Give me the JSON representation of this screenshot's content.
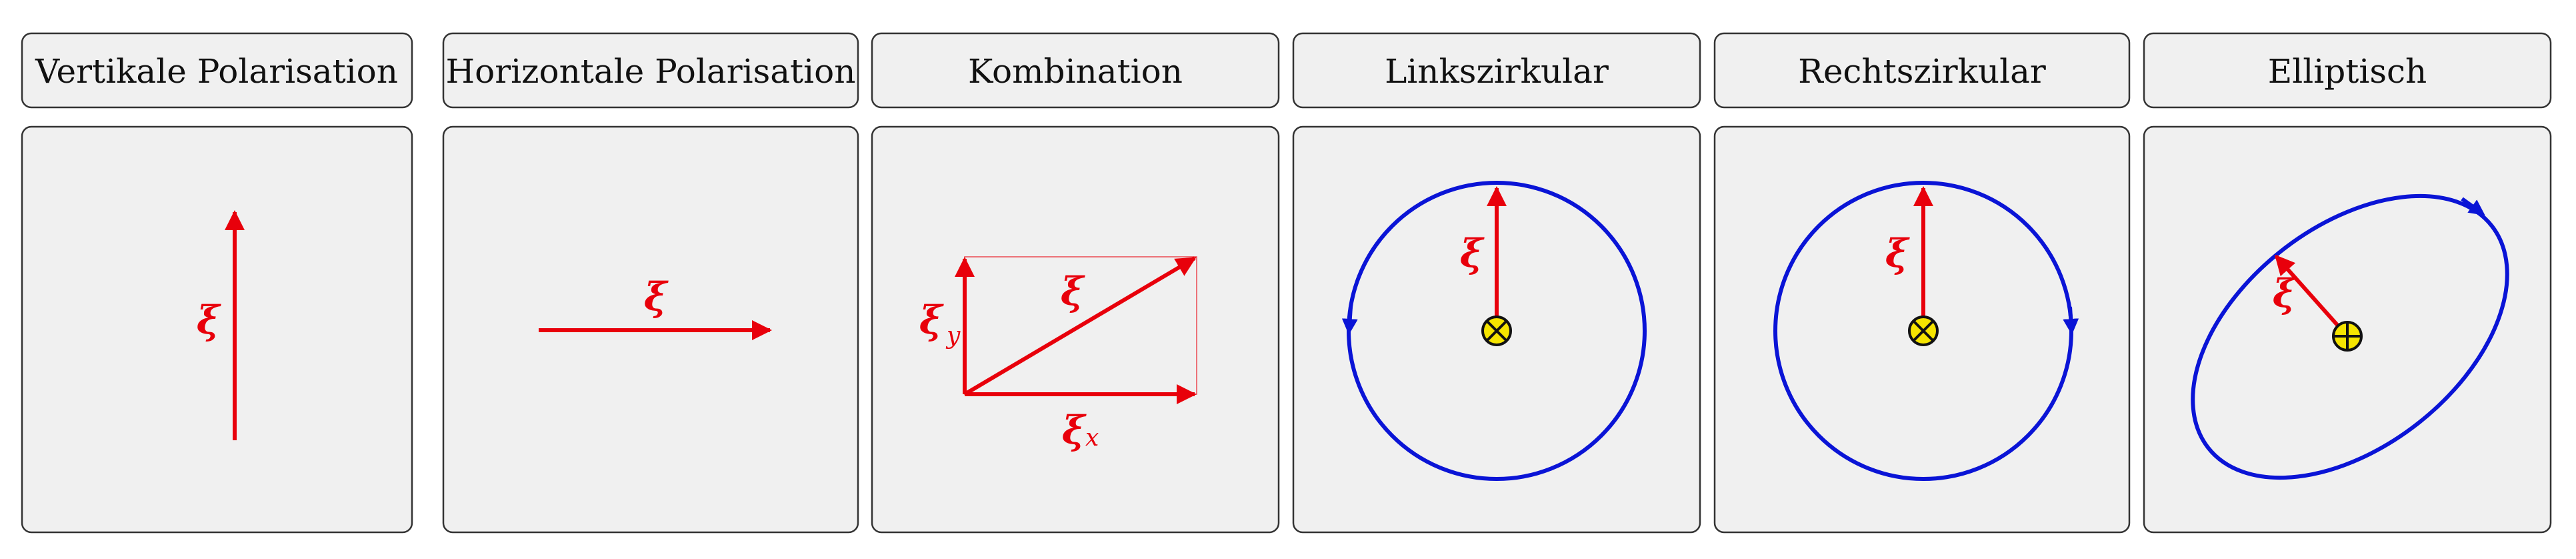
{
  "panels": [
    {
      "id": "vertical",
      "title": "Vertikale Polarisation"
    },
    {
      "id": "horizontal",
      "title": "Horizontale Polarisation"
    },
    {
      "id": "combination",
      "title": "Kombination"
    },
    {
      "id": "left-circular",
      "title": "Linkszirkular"
    },
    {
      "id": "right-circular",
      "title": "Rechtszirkular"
    },
    {
      "id": "elliptical",
      "title": "Elliptisch"
    }
  ],
  "symbols": {
    "xi": "ξ",
    "x_sub": "x",
    "y_sub": "y",
    "into_page": "⊗",
    "out_of_page": "⊕"
  },
  "colors": {
    "vector": "#e8000b",
    "path": "#0a14d6",
    "marker": "#f5e400",
    "panel_bg": "#f0f0f0",
    "border": "#333333"
  },
  "icons": {
    "arrowhead": "arrowhead-icon",
    "into_page": "cross-circle-icon",
    "out_of_page": "plus-circle-icon"
  }
}
